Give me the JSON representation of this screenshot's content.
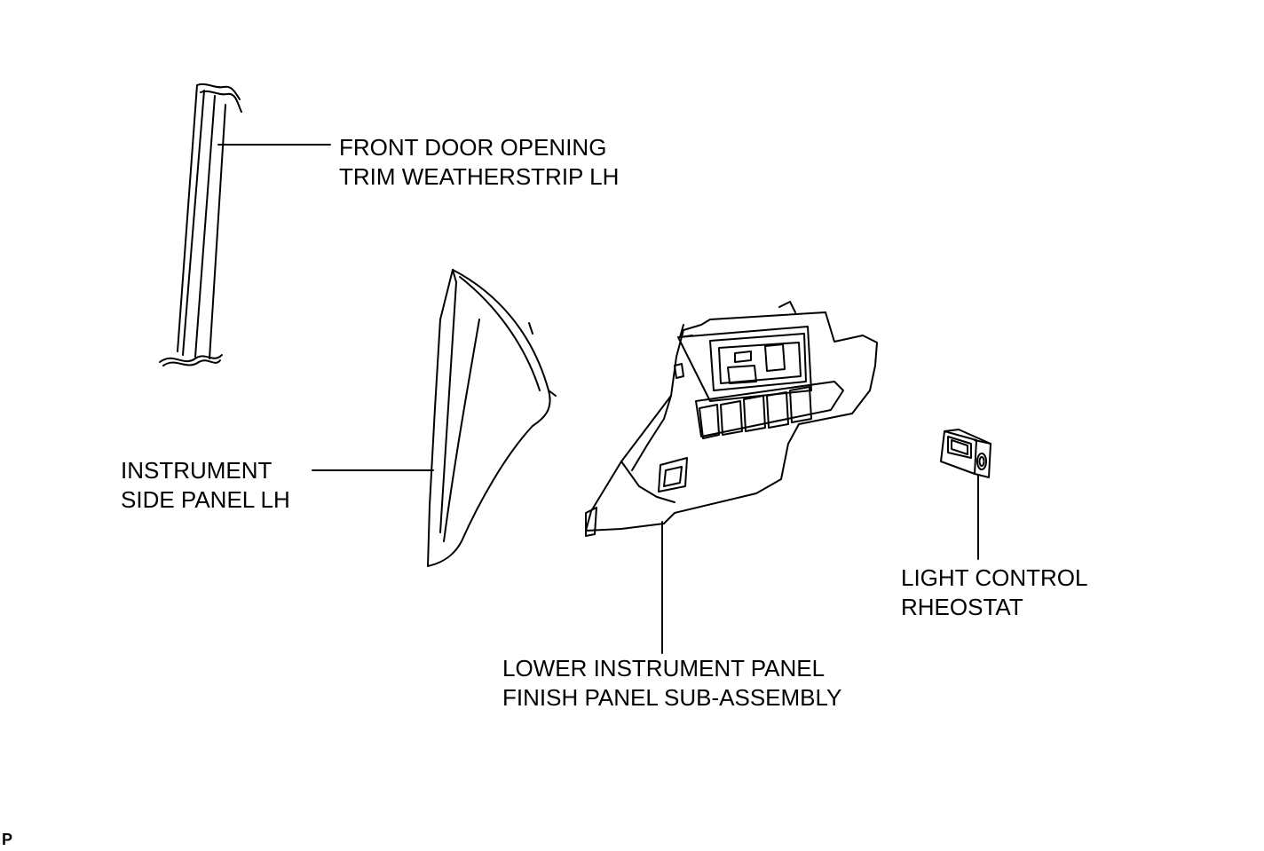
{
  "labels": {
    "weatherstrip": [
      "FRONT DOOR OPENING",
      "TRIM WEATHERSTRIP LH"
    ],
    "side_panel": [
      "INSTRUMENT",
      "SIDE PANEL LH"
    ],
    "finish_panel": [
      "LOWER INSTRUMENT PANEL",
      "FINISH PANEL SUB-ASSEMBLY"
    ],
    "rheostat": [
      "LIGHT CONTROL",
      "RHEOSTAT"
    ]
  },
  "figure_code": "P",
  "colors": {
    "line": "#000000",
    "background": "#ffffff"
  }
}
